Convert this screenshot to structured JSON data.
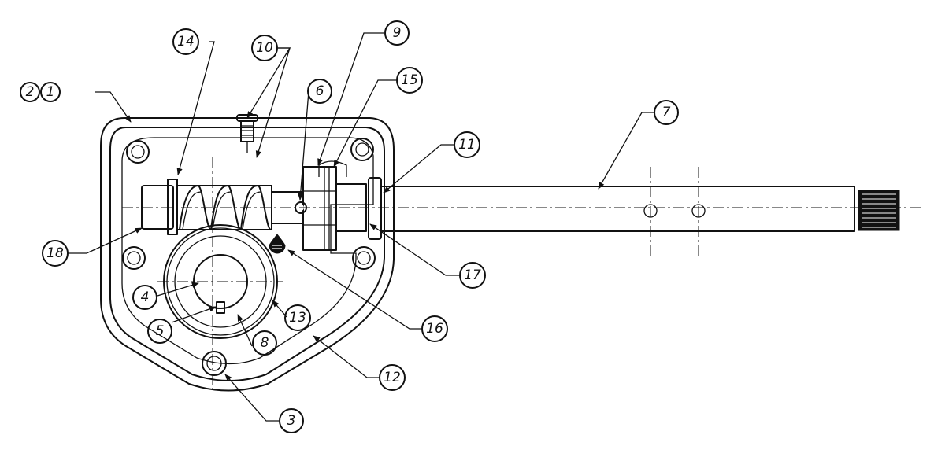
{
  "callouts": [
    {
      "id": "c1",
      "text": "1"
    },
    {
      "id": "c2",
      "text": "2"
    },
    {
      "id": "c3",
      "text": "3"
    },
    {
      "id": "c4",
      "text": "4"
    },
    {
      "id": "c5",
      "text": "5"
    },
    {
      "id": "c6",
      "text": "6"
    },
    {
      "id": "c7",
      "text": "7"
    },
    {
      "id": "c8",
      "text": "8"
    },
    {
      "id": "c9",
      "text": "9"
    },
    {
      "id": "c10",
      "text": "10"
    },
    {
      "id": "c11",
      "text": "11"
    },
    {
      "id": "c12",
      "text": "12"
    },
    {
      "id": "c13",
      "text": "13"
    },
    {
      "id": "c14",
      "text": "14"
    },
    {
      "id": "c15",
      "text": "15"
    },
    {
      "id": "c16",
      "text": "16"
    },
    {
      "id": "c17",
      "text": "17"
    },
    {
      "id": "c18",
      "text": "18"
    }
  ],
  "colors": {
    "ink": "#111111",
    "background": "#ffffff"
  }
}
